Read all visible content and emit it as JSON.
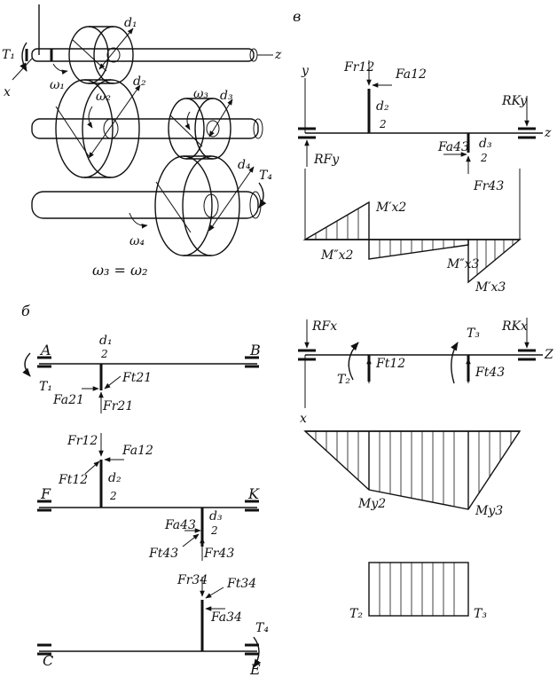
{
  "gear_view": {
    "labels": {
      "T1": "T₁",
      "x": "x",
      "z": "z",
      "w1": "ω₁",
      "d1": "d₁",
      "w2": "ω₂",
      "d2": "d₂",
      "w3": "ω₃",
      "d3": "d₃",
      "T4": "T₄",
      "d4": "d₄",
      "w4": "ω₄"
    },
    "relation": "ω₃ = ω₂"
  },
  "panel_b": {
    "tag": "б",
    "labels": {
      "A": "A",
      "B": "B",
      "T1": "T₁",
      "d1": "d₁",
      "half1": "2",
      "Ft21": "Ft21",
      "Fa21": "Fa21",
      "Fr21": "Fr21",
      "Fr12": "Fr12",
      "Fa12": "Fa12",
      "Ft12": "Ft12",
      "d2": "d₂",
      "half2": "2",
      "F": "F",
      "K": "K",
      "Fa43": "Fa43",
      "d3": "d₃",
      "half3": "2",
      "Ft43": "Ft43",
      "Fr43": "Fr43",
      "Fr34": "Fr34",
      "Ft34": "Ft34",
      "Fa34": "Fa34",
      "T4": "T₄",
      "C": "C",
      "E": "E"
    }
  },
  "panel_v": {
    "tag": "в",
    "labels": {
      "y": "y",
      "z": "z",
      "Fr12": "Fr12",
      "Fa12": "Fa12",
      "d2": "d₂",
      "half2": "2",
      "RKy": "RKy",
      "RFy": "RFy",
      "Fa43": "Fa43",
      "d3": "d₃",
      "half3": "2",
      "Fr43": "Fr43",
      "Mx2p": "M′x2",
      "Mx2pp": "M″x2",
      "Mx3pp": "M″x3",
      "Mx3p": "M′x3"
    }
  },
  "panel_h": {
    "labels": {
      "RFx": "RFx",
      "RKx": "RKx",
      "z": "Z",
      "x": "x",
      "T2": "T₂",
      "T3": "T₃",
      "Ft12": "Ft12",
      "Ft43": "Ft43",
      "My2": "My2",
      "My3": "My3",
      "T2b": "T₂",
      "T3b": "T₃"
    }
  }
}
